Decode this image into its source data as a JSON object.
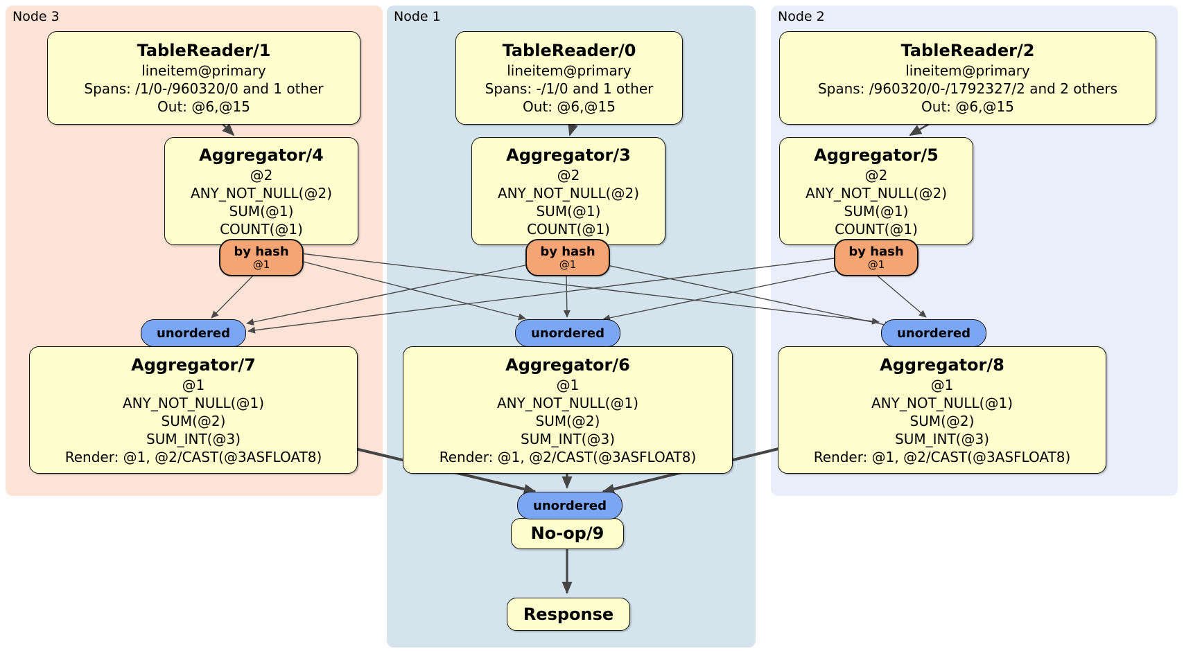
{
  "regions": [
    {
      "id": "node3",
      "label": "Node 3"
    },
    {
      "id": "node1",
      "label": "Node 1"
    },
    {
      "id": "node2",
      "label": "Node 2"
    }
  ],
  "processors": {
    "tr1": {
      "title": "TableReader/1",
      "lines": [
        "lineitem@primary",
        "Spans: /1/0-/960320/0 and 1 other",
        "Out: @6,@15"
      ]
    },
    "tr0": {
      "title": "TableReader/0",
      "lines": [
        "lineitem@primary",
        "Spans: -/1/0 and 1 other",
        "Out: @6,@15"
      ]
    },
    "tr2": {
      "title": "TableReader/2",
      "lines": [
        "lineitem@primary",
        "Spans: /960320/0-/1792327/2 and 2 others",
        "Out: @6,@15"
      ]
    },
    "agg4": {
      "title": "Aggregator/4",
      "lines": [
        "@2",
        "ANY_NOT_NULL(@2)",
        "SUM(@1)",
        "COUNT(@1)"
      ]
    },
    "agg3": {
      "title": "Aggregator/3",
      "lines": [
        "@2",
        "ANY_NOT_NULL(@2)",
        "SUM(@1)",
        "COUNT(@1)"
      ]
    },
    "agg5": {
      "title": "Aggregator/5",
      "lines": [
        "@2",
        "ANY_NOT_NULL(@2)",
        "SUM(@1)",
        "COUNT(@1)"
      ]
    },
    "agg7": {
      "title": "Aggregator/7",
      "lines": [
        "@1",
        "ANY_NOT_NULL(@1)",
        "SUM(@2)",
        "SUM_INT(@3)",
        "Render: @1, @2/CAST(@3ASFLOAT8)"
      ]
    },
    "agg6": {
      "title": "Aggregator/6",
      "lines": [
        "@1",
        "ANY_NOT_NULL(@1)",
        "SUM(@2)",
        "SUM_INT(@3)",
        "Render: @1, @2/CAST(@3ASFLOAT8)"
      ]
    },
    "agg8": {
      "title": "Aggregator/8",
      "lines": [
        "@1",
        "ANY_NOT_NULL(@1)",
        "SUM(@2)",
        "SUM_INT(@3)",
        "Render: @1, @2/CAST(@3ASFLOAT8)"
      ]
    },
    "noop9": {
      "title": "No-op/9"
    },
    "response": {
      "title": "Response"
    }
  },
  "routers": [
    {
      "id": "router4",
      "label": "by hash",
      "sub": "@1"
    },
    {
      "id": "router3",
      "label": "by hash",
      "sub": "@1"
    },
    {
      "id": "router5",
      "label": "by hash",
      "sub": "@1"
    }
  ],
  "syncs": [
    {
      "id": "sync7",
      "label": "unordered"
    },
    {
      "id": "sync6",
      "label": "unordered"
    },
    {
      "id": "sync8",
      "label": "unordered"
    },
    {
      "id": "sync9",
      "label": "unordered"
    }
  ],
  "colors": {
    "processor_fill": "#ffffce",
    "router_fill": "#f5a473",
    "sync_fill": "#7aa6f3",
    "region_node3_fill": "#fce3d5",
    "region_node1_fill": "#d4e3ec",
    "region_node2_fill": "#e9eefa",
    "edge": "#4a4a4a"
  }
}
